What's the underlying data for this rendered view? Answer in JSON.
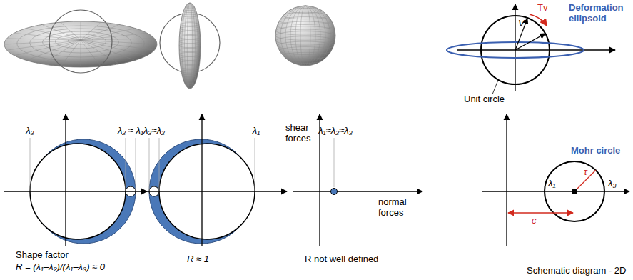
{
  "diagram": {
    "labels": [
      "Deformation ellipsoid",
      "V",
      "Tv",
      "Unit circle",
      "λ₃",
      "λ₂ ≈ λ₁",
      "Shape factor",
      "R = (λ₁–λ₂)/(λ₁–λ₃) ≈ 0",
      "λ₃≈λ₂",
      "λ₁",
      "R ≈ 1",
      "shear forces",
      "λ₁≈λ₂≈λ₃",
      "normal forces",
      "R not well defined",
      "Mohr circle",
      "λ₁",
      "λ₃",
      "τ",
      "c",
      "Schematic diagram - 2D"
    ]
  }
}
